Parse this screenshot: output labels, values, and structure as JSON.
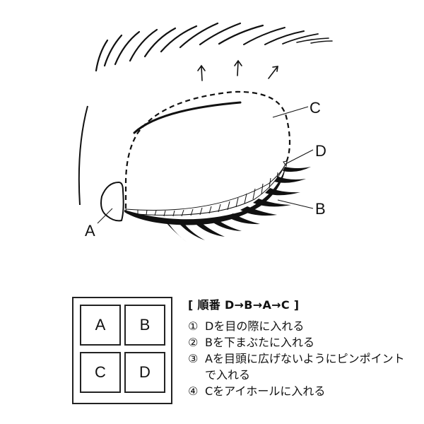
{
  "diagram": {
    "labels": {
      "A": "A",
      "B": "B",
      "C": "C",
      "D": "D"
    },
    "arrows": [
      "↑",
      "↑",
      "↗"
    ]
  },
  "palette": {
    "pans": [
      {
        "id": "A",
        "label": "A"
      },
      {
        "id": "B",
        "label": "B"
      },
      {
        "id": "C",
        "label": "C"
      },
      {
        "id": "D",
        "label": "D"
      }
    ]
  },
  "steps": {
    "title": "[ 順番 D→B→A→C ]",
    "items": [
      {
        "num": "①",
        "text": "Dを目の際に入れる"
      },
      {
        "num": "②",
        "text": "Bを下まぶたに入れる"
      },
      {
        "num": "③",
        "text": "Aを目頭に広げないようにピンポイントで入れる"
      },
      {
        "num": "④",
        "text": "Cをアイホールに入れる"
      }
    ]
  }
}
